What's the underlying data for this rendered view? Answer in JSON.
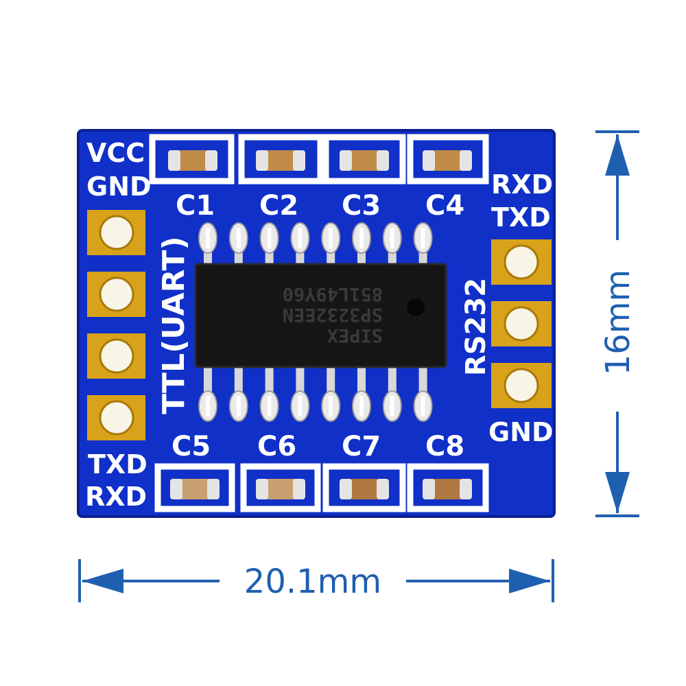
{
  "board": {
    "color": "#1030c8",
    "silkscreen_color": "#ffffff",
    "pad_color": "#d8a21a",
    "ttl_header": {
      "power_labels": [
        "VCC",
        "GND"
      ],
      "signal_labels": [
        "TXD",
        "RXD"
      ],
      "section_label": "TTL(UART)"
    },
    "rs232_header": {
      "signal_labels": [
        "RXD",
        "TXD"
      ],
      "ground_label": "GND",
      "section_label": "RS232"
    },
    "capacitors_top": [
      "C1",
      "C2",
      "C3",
      "C4"
    ],
    "capacitors_bottom": [
      "C5",
      "C6",
      "C7",
      "C8"
    ],
    "chip": {
      "marking_lines": [
        "SIPEX",
        "SP3232EEN",
        "851L49Y60"
      ],
      "pin_count": 16
    }
  },
  "dimensions": {
    "width_label": "20.1mm",
    "height_label": "16mm",
    "color": "#1f5fb0"
  }
}
